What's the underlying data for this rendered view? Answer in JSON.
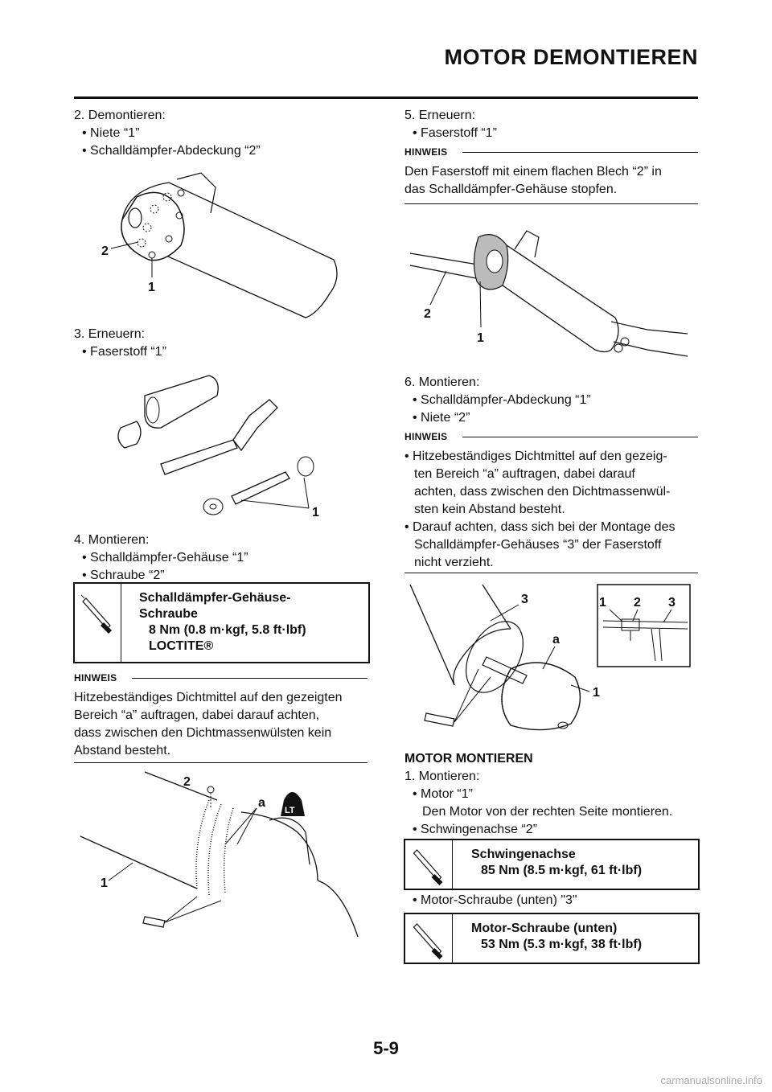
{
  "header": {
    "title": "MOTOR DEMONTIEREN"
  },
  "left": {
    "step2": {
      "heading": "2.  Demontieren:",
      "items": [
        "• Niete “1”",
        "• Schalldämpfer-Abdeckung “2”"
      ]
    },
    "fig1_labels": [
      "2",
      "1"
    ],
    "step3": {
      "heading": "3.  Erneuern:",
      "items": [
        "• Faserstoff “1”"
      ]
    },
    "fig2_labels": [
      "1"
    ],
    "step4": {
      "heading": "4.  Montieren:",
      "items": [
        "• Schalldämpfer-Gehäuse “1”",
        "• Schraube “2”"
      ]
    },
    "spec1": {
      "lines": [
        "Schalldämpfer-Gehäuse-",
        "Schraube",
        "8 Nm (0.8 m·kgf, 5.8 ft·lbf)",
        "LOCTITE®"
      ]
    },
    "hinweis_label": "HINWEIS",
    "hinweis_text": [
      "Hitzebeständiges Dichtmittel auf den gezeigten",
      "Bereich “a” auftragen, dabei darauf achten,",
      "dass zwischen den Dichtmassenwülsten kein",
      "Abstand besteht."
    ],
    "fig3_labels": [
      "2",
      "a",
      "1",
      "LT"
    ]
  },
  "right": {
    "step5": {
      "heading": "5.  Erneuern:",
      "items": [
        "• Faserstoff “1”"
      ]
    },
    "hinweis1_label": "HINWEIS",
    "hinweis1_text": [
      "Den Faserstoff mit einem flachen Blech “2” in",
      "das Schalldämpfer-Gehäuse stopfen."
    ],
    "fig4_labels": [
      "2",
      "1"
    ],
    "step6": {
      "heading": "6.  Montieren:",
      "items": [
        "• Schalldämpfer-Abdeckung “1”",
        "• Niete “2”"
      ]
    },
    "hinweis2_label": "HINWEIS",
    "hinweis2_text": [
      "• Hitzebeständiges Dichtmittel auf den gezeig-",
      "ten Bereich “a” auftragen, dabei darauf",
      "achten, dass zwischen den Dichtmassenwül-",
      "sten kein Abstand besteht.",
      "• Darauf achten, dass sich bei der Montage des",
      "Schalldämpfer-Gehäuses “3” der Faserstoff",
      "nicht verzieht."
    ],
    "fig5_labels": [
      "3",
      "a",
      "1",
      "1",
      "2",
      "3"
    ],
    "section_title": "MOTOR MONTIEREN",
    "step1": {
      "heading": "1.  Montieren:",
      "items": [
        "• Motor “1”",
        "Den Motor von der rechten Seite montieren.",
        "• Schwingenachse “2”"
      ]
    },
    "spec2": {
      "lines": [
        "Schwingenachse",
        "85 Nm (8.5 m·kgf, 61 ft·lbf)"
      ]
    },
    "item_after_spec2": "• Motor-Schraube (unten) \"3\"",
    "spec3": {
      "lines": [
        "Motor-Schraube (unten)",
        "53 Nm (5.3 m·kgf, 38 ft·lbf)"
      ]
    }
  },
  "footer": {
    "page": "5-9",
    "watermark": "carmanualsonline.info"
  }
}
